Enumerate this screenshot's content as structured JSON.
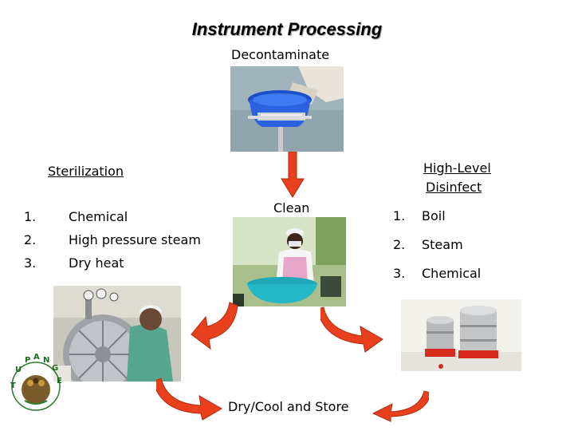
{
  "slide": {
    "title": "Instrument Processing",
    "decontaminate": "Decontaminate",
    "clean": "Clean",
    "dry_store": "Dry/Cool and Store",
    "sterilization": {
      "heading": "Sterilization",
      "items": [
        {
          "num": "1.",
          "text": "Chemical"
        },
        {
          "num": "2.",
          "text": "High pressure steam"
        },
        {
          "num": "3.",
          "text": "Dry heat"
        }
      ]
    },
    "hld": {
      "heading_line1": "High-Level",
      "heading_line2": "Disinfect",
      "items": [
        {
          "num": "1.",
          "text": "Boil"
        },
        {
          "num": "2.",
          "text": "Steam"
        },
        {
          "num": "3.",
          "text": "Chemical"
        }
      ]
    },
    "logo": {
      "letters": [
        "T",
        "U",
        "P",
        "A",
        "N",
        "G",
        "E"
      ]
    },
    "colors": {
      "arrow": "#e8401c",
      "arrow_dark": "#b02a0c"
    }
  }
}
